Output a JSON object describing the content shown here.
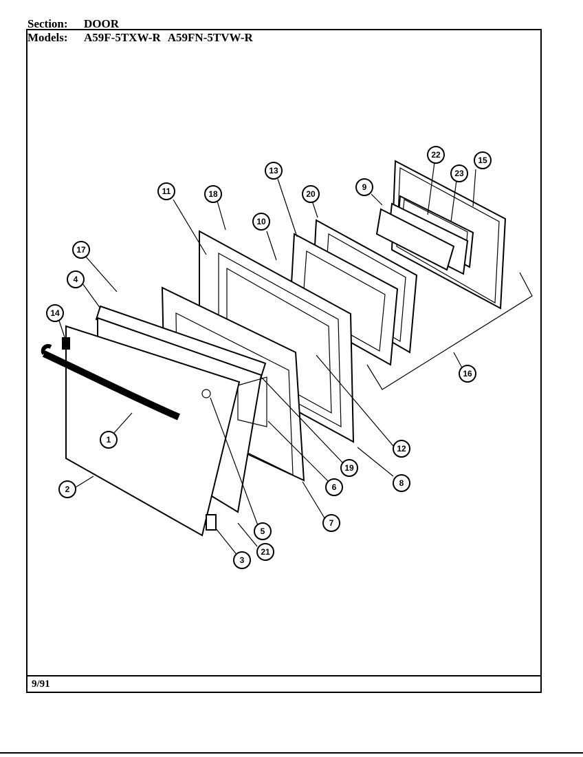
{
  "header": {
    "section_label": "Section:",
    "section_value": "DOOR",
    "models_label": "Models:",
    "model_1": "A59F-5TXW-R",
    "model_2": "A59FN-5TVW-R"
  },
  "footer": {
    "date": "9/91"
  },
  "callouts": [
    "1",
    "2",
    "3",
    "4",
    "5",
    "6",
    "7",
    "8",
    "9",
    "10",
    "11",
    "12",
    "13",
    "14",
    "15",
    "16",
    "17",
    "18",
    "19",
    "20",
    "21",
    "22",
    "23"
  ]
}
